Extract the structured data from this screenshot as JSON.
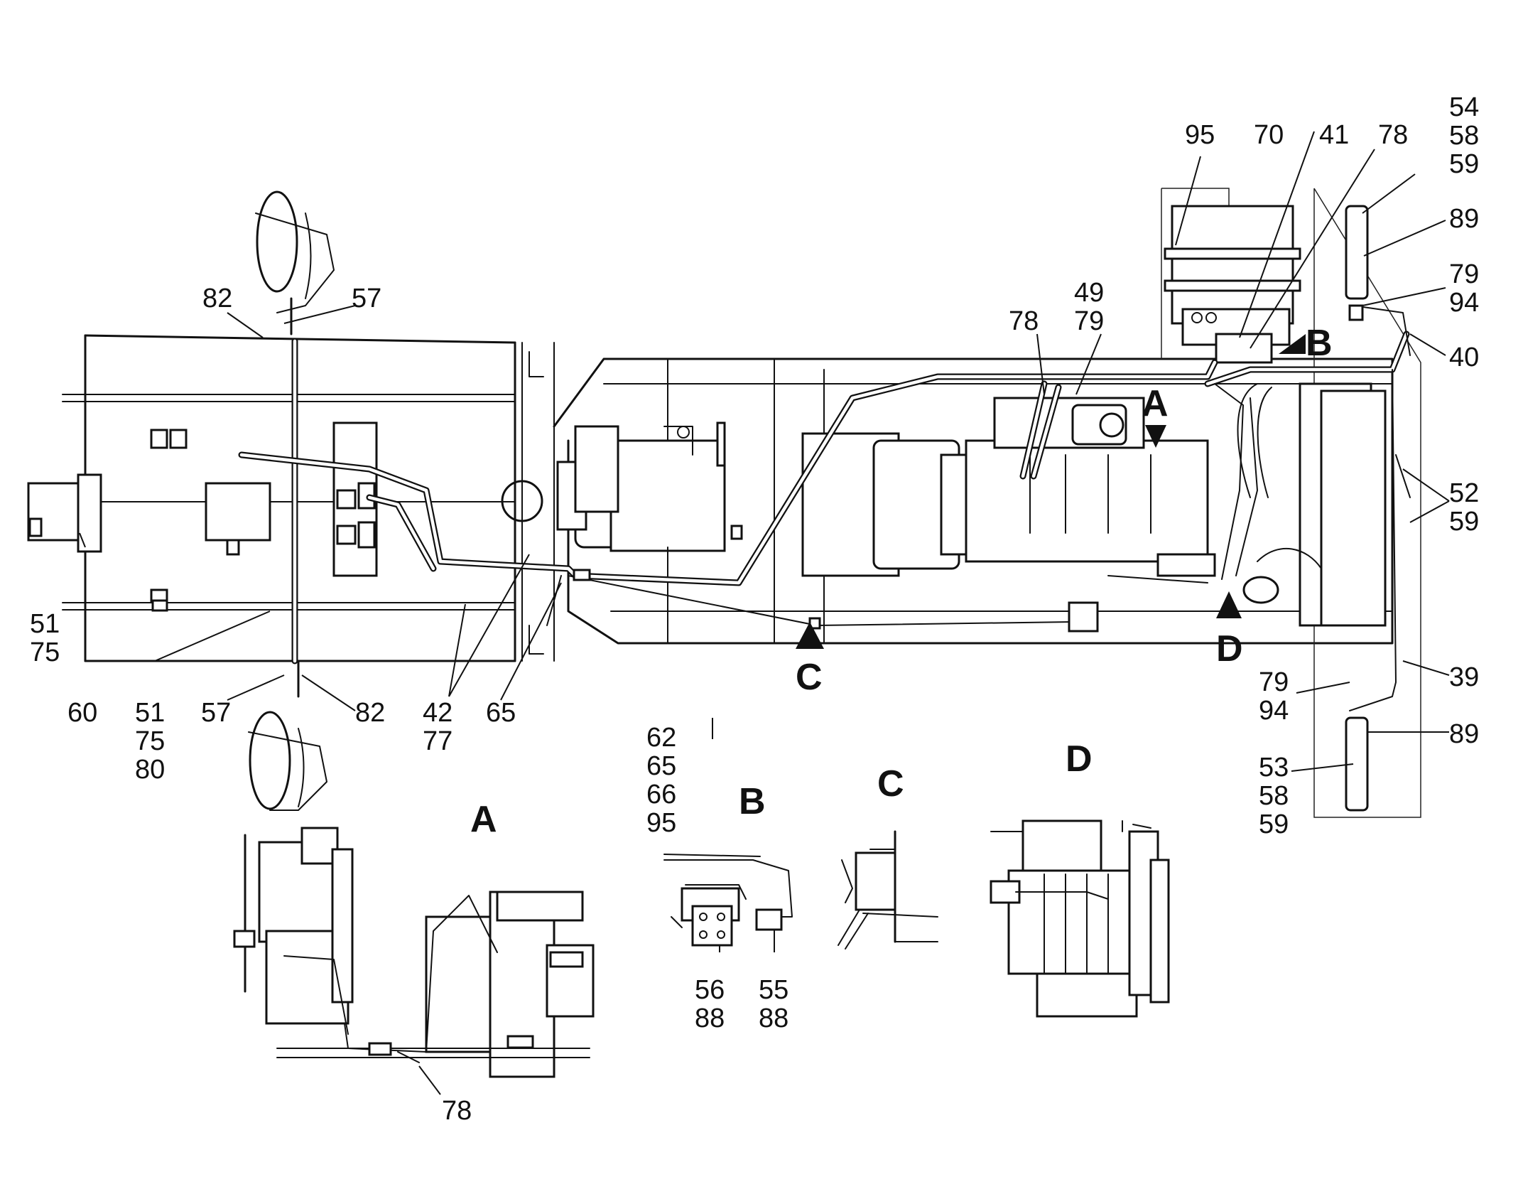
{
  "callouts": {
    "c95": "95",
    "c70": "70",
    "c41": "41",
    "c78_top": "78",
    "c54": "54",
    "c58_top": "58",
    "c59_top": "59",
    "c89_top": "89",
    "c79_right": "79",
    "c94_right": "94",
    "c40": "40",
    "c49": "49",
    "c79_mid": "79",
    "c78_mid": "78",
    "c52": "52",
    "c59_mid": "59",
    "c39": "39",
    "c79_low": "79",
    "c94_low": "94",
    "c89_low": "89",
    "c53": "53",
    "c58_low": "58",
    "c59_low": "59",
    "c82_top": "82",
    "c57_top": "57",
    "c51_left": "51",
    "c75_left": "75",
    "c60": "60",
    "c51_mid": "51",
    "c75_mid": "75",
    "c80": "80",
    "c57_low": "57",
    "c82_low": "82",
    "c42": "42",
    "c77": "77",
    "c65": "65",
    "c62_b": "62",
    "c65_b": "65",
    "c66_b": "66",
    "c95_b": "95",
    "c56": "56",
    "c88_l": "88",
    "c55": "55",
    "c88_r": "88",
    "c78_a": "78"
  },
  "markers": {
    "view_a": "A",
    "view_b": "B",
    "view_c": "C",
    "view_d": "D"
  },
  "detail_titles": {
    "detail_a": "A",
    "detail_b": "B",
    "detail_c": "C",
    "detail_d": "D"
  }
}
